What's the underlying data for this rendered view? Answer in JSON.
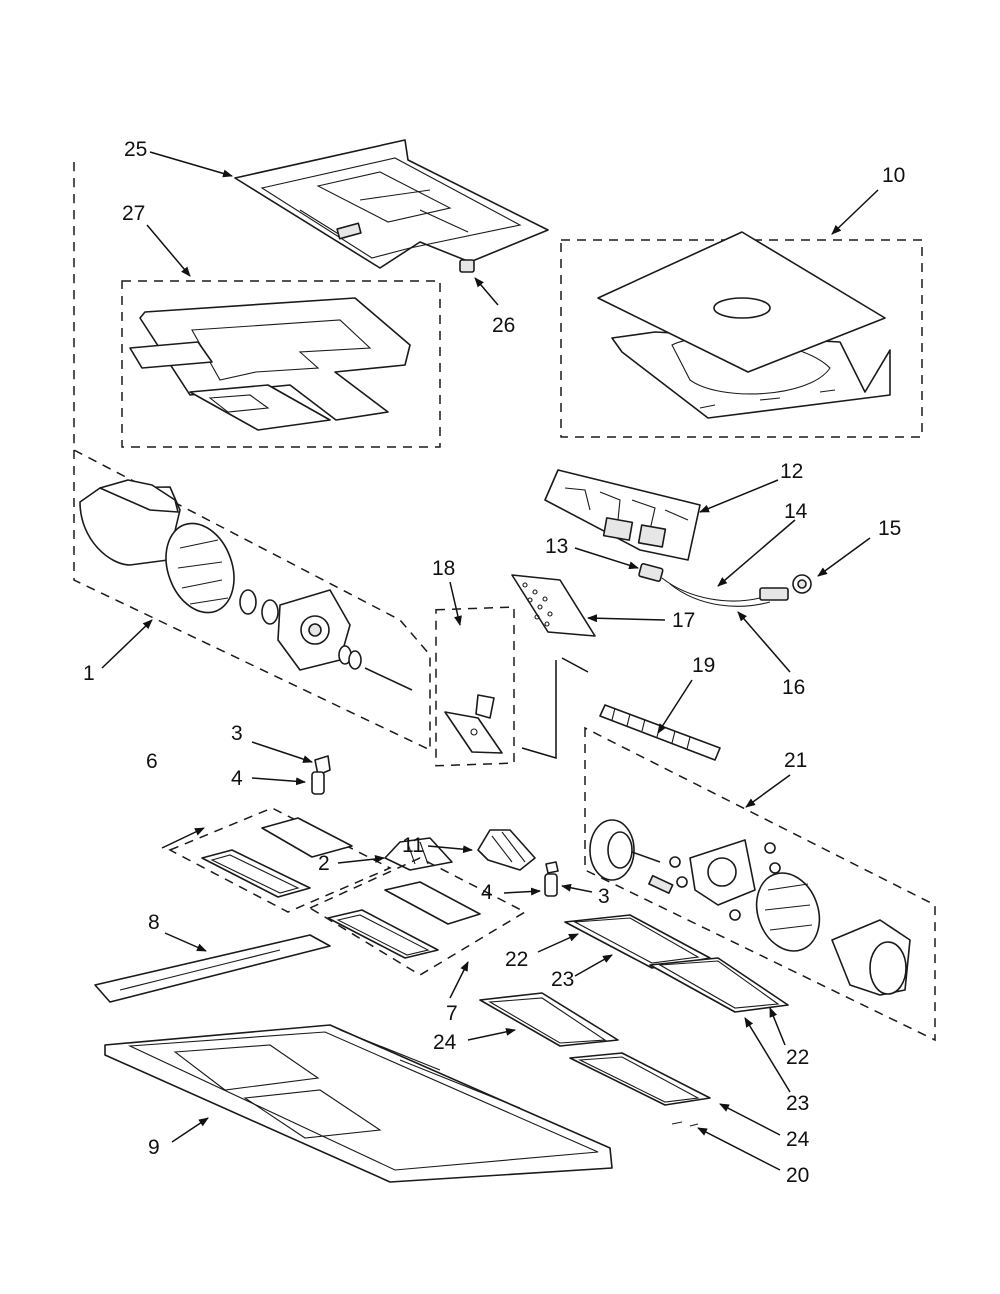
{
  "callouts": {
    "c1": "1",
    "c2": "2",
    "c3a": "3",
    "c3b": "3",
    "c4a": "4",
    "c4b": "4",
    "c6": "6",
    "c7": "7",
    "c8": "8",
    "c9": "9",
    "c10": "10",
    "c11": "11",
    "c12": "12",
    "c13": "13",
    "c14": "14",
    "c15": "15",
    "c16": "16",
    "c17": "17",
    "c18": "18",
    "c19": "19",
    "c20": "20",
    "c21": "21",
    "c22a": "22",
    "c22b": "22",
    "c23a": "23",
    "c23b": "23",
    "c24a": "24",
    "c24b": "24",
    "c25": "25",
    "c26": "26",
    "c27": "27"
  }
}
